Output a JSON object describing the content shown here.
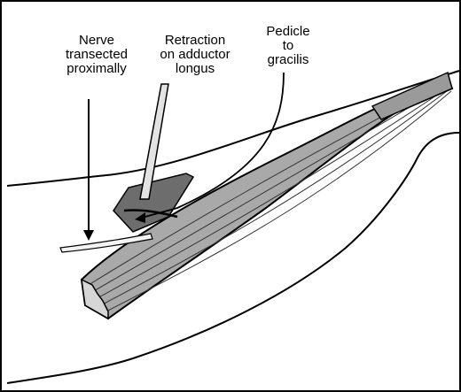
{
  "figure": {
    "labels": {
      "nerve": [
        "Nerve",
        "transected",
        "proximally"
      ],
      "retraction": [
        "Retraction",
        "on adductor",
        "longus"
      ],
      "pedicle": [
        "Pedicle",
        "to",
        "gracilis"
      ]
    },
    "colors": {
      "border": "#000000",
      "outline": "#000000",
      "muscle_fill": "#a9a9a9",
      "muscle_lines": "#333333",
      "retractor_fill": "#e3e3e3",
      "nerve_fill": "#f4f4f4",
      "dark_region": "#6d6d6d"
    }
  }
}
